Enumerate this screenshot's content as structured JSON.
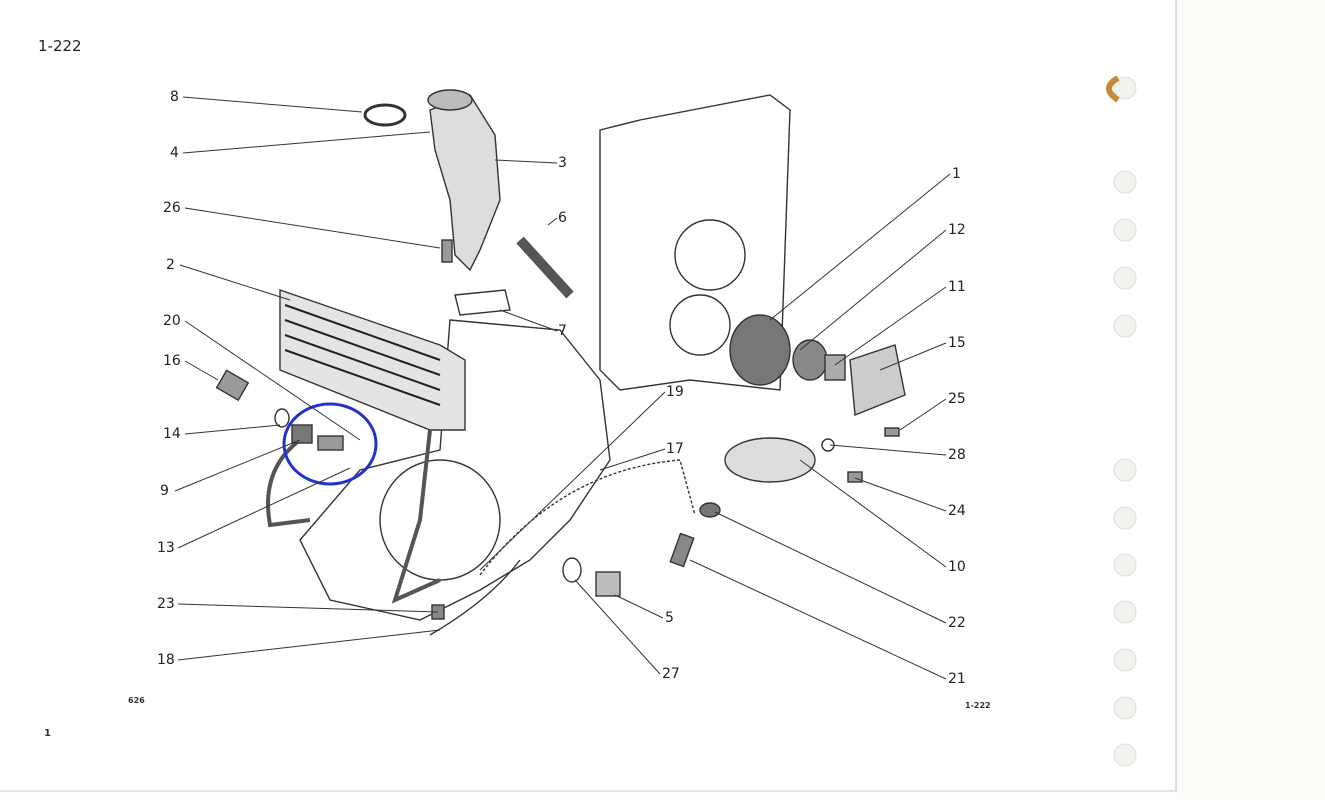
{
  "page_number": "1-222",
  "footer_page_number": "1-222",
  "figure_code": "626",
  "corner_mark": "1",
  "callouts": [
    "8",
    "4",
    "26",
    "2",
    "20",
    "16",
    "14",
    "9",
    "13",
    "23",
    "18",
    "3",
    "6",
    "7",
    "19",
    "17",
    "5",
    "27",
    "1",
    "12",
    "11",
    "15",
    "25",
    "28",
    "24",
    "10",
    "22",
    "21"
  ],
  "highlight_color": "#2233cc",
  "highlight_target": "13"
}
